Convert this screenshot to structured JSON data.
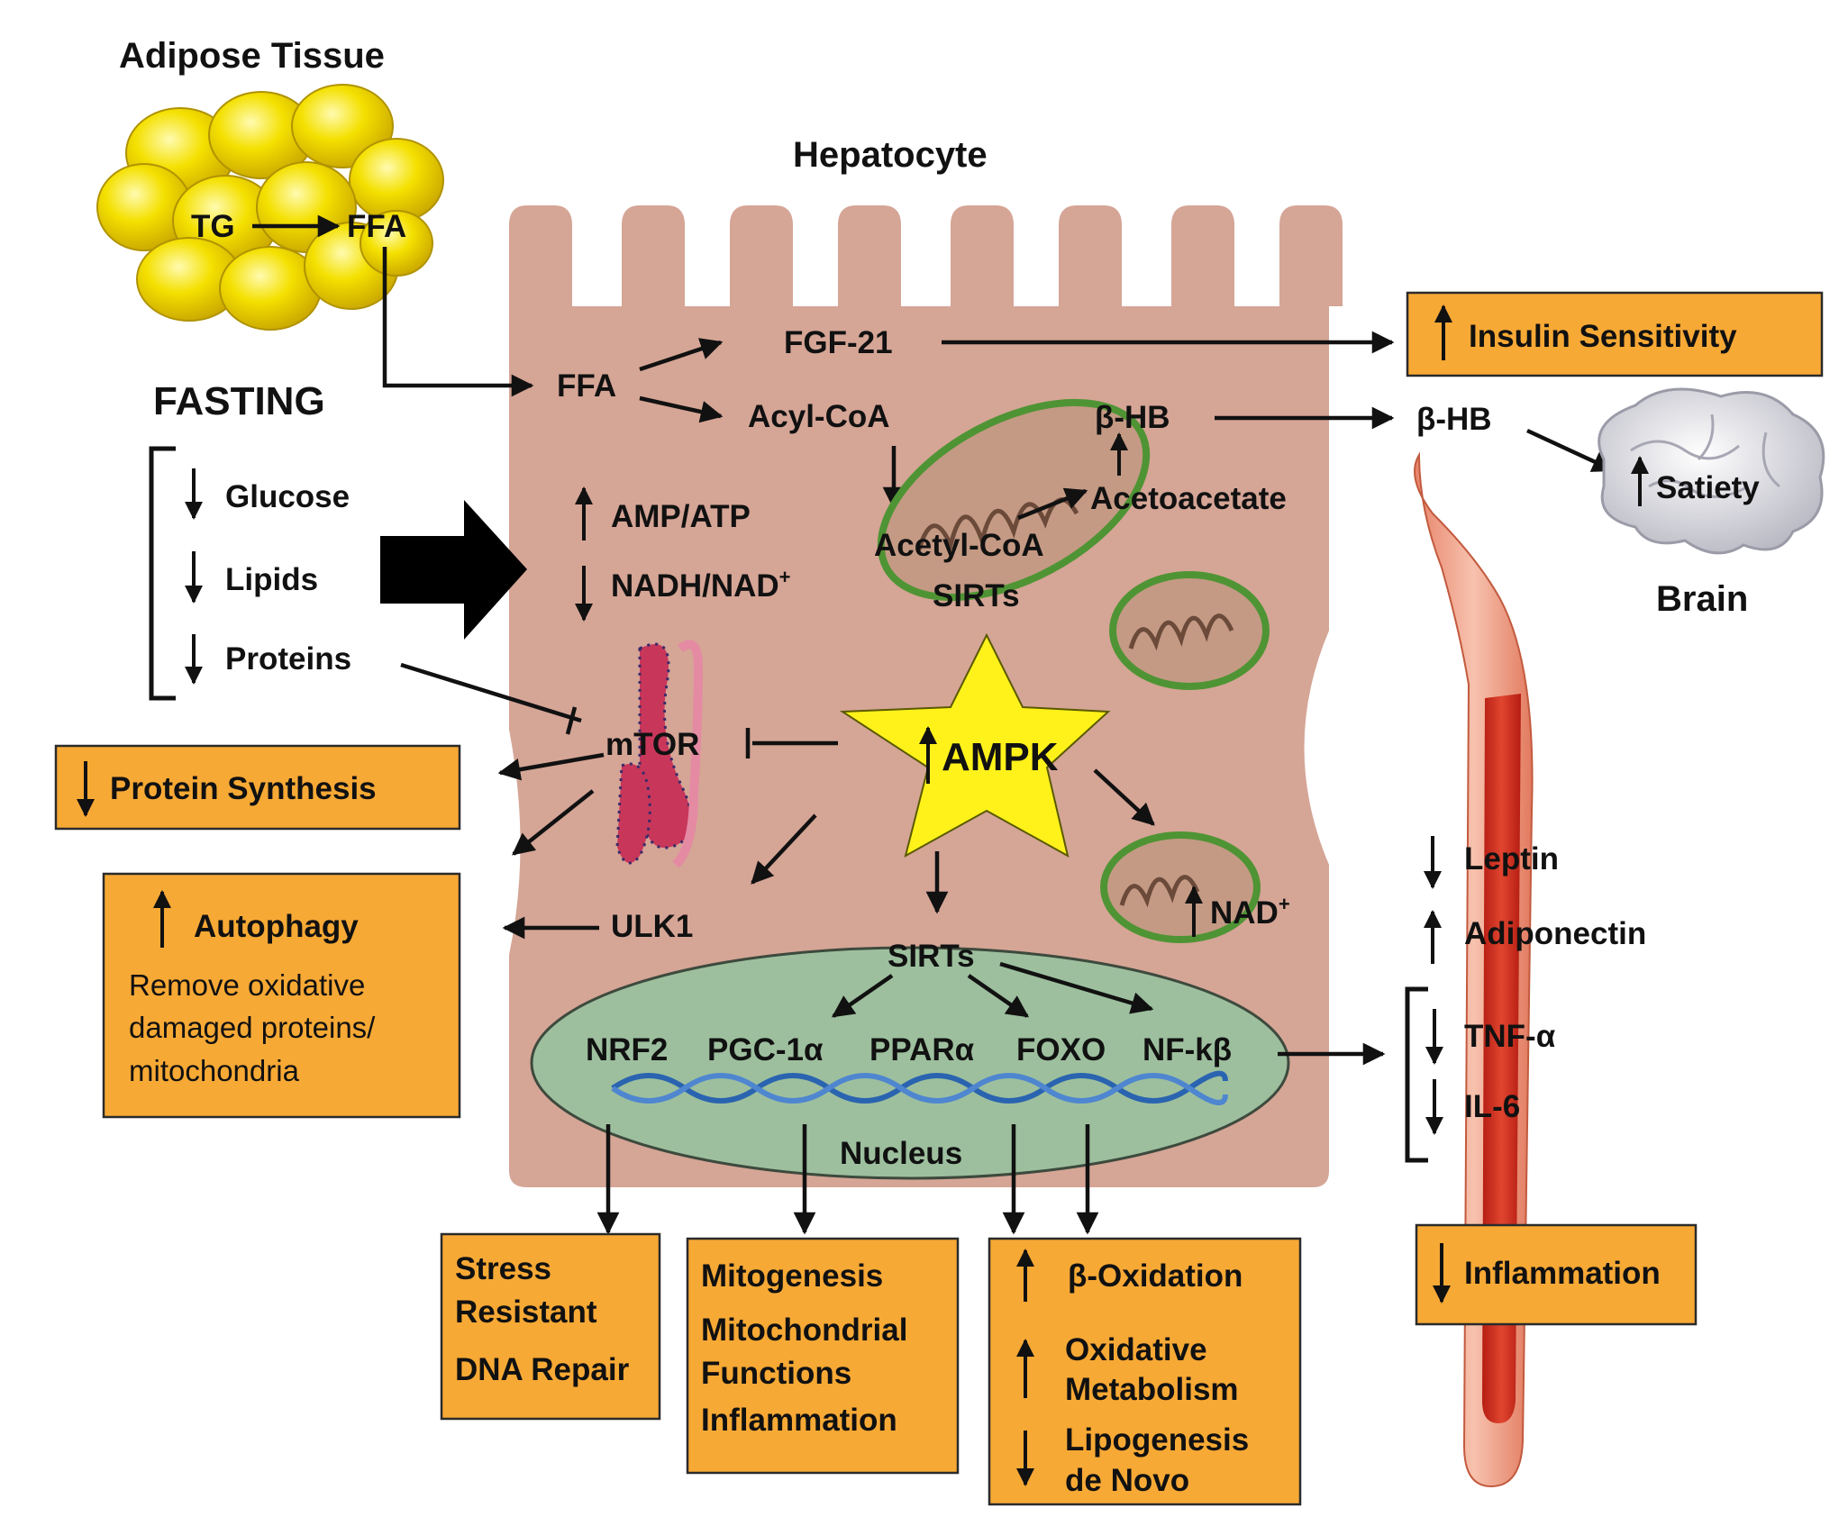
{
  "labels": {
    "adipose_tissue": "Adipose Tissue",
    "tg": "TG",
    "ffa_adipose": "FFA",
    "hepatocyte": "Hepatocyte",
    "fasting": "FASTING",
    "glucose": "Glucose",
    "lipids": "Lipids",
    "proteins": "Proteins",
    "ffa": "FFA",
    "fgf21": "FGF-21",
    "acyl_coa": "Acyl-CoA",
    "beta_hb_mito": "β-HB",
    "acetoacetate": "Acetoacetate",
    "amp_atp": "AMP/ATP",
    "nadh_nad": "NADH/NAD",
    "nadh_nad_sup": "+",
    "acetyl_coa": "Acetyl-CoA",
    "sirts_mito": "SIRTs",
    "mtor": "mTOR",
    "ampk": "AMPK",
    "ulk1": "ULK1",
    "nad_mito": "NAD",
    "nad_mito_sup": "+",
    "sirts_nucleus": "SIRTs",
    "nrf2": "NRF2",
    "pgc1a": "PGC-1α",
    "ppara": "PPARα",
    "foxo": "FOXO",
    "nfkb": "NF-kβ",
    "nucleus": "Nucleus",
    "beta_hb_blood": "β-HB",
    "satiety": "Satiety",
    "brain": "Brain",
    "leptin": "Leptin",
    "adiponectin": "Adiponectin",
    "tnfa": "TNF-α",
    "il6": "IL-6"
  },
  "boxes": {
    "insulin_sensitivity": "Insulin Sensitivity",
    "protein_synthesis": "Protein Synthesis",
    "autophagy_title": "Autophagy",
    "autophagy_line1": "Remove oxidative",
    "autophagy_line2": "damaged proteins/",
    "autophagy_line3": "mitochondria",
    "stress_line1": "Stress",
    "stress_line2": "Resistant",
    "stress_line3": "DNA Repair",
    "mito_line1": "Mitogenesis",
    "mito_line2": "Mitochondrial",
    "mito_line3": "Functions",
    "mito_line4": "Inflammation",
    "beta_oxidation": "β-Oxidation",
    "oxidative_line1": "Oxidative",
    "oxidative_line2": "Metabolism",
    "lipogenesis_line1": "Lipogenesis",
    "lipogenesis_line2": "de Novo",
    "inflammation": "Inflammation"
  },
  "colors": {
    "hepatocyte": "#d5a596",
    "result_box": "#f7a935",
    "nucleus": "#9dbf9e",
    "ampk_star": "#fff21a",
    "adipocyte": "#f4d800",
    "mitochondria": "#5a9a3a",
    "mtor_organelle": "#c8375a"
  }
}
